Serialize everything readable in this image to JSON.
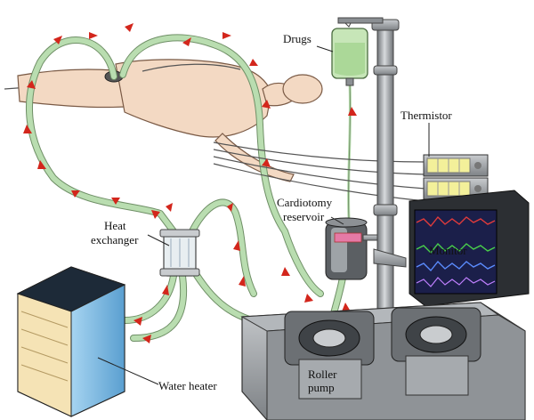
{
  "labels": {
    "drugs": "Drugs",
    "thermistor": "Thermistor",
    "cardiotomy_line1": "Cardiotomy",
    "cardiotomy_line2": "reservoir",
    "heat_exchanger_line1": "Heat",
    "heat_exchanger_line2": "exchanger",
    "monitor": "Monitor",
    "water_heater": "Water heater",
    "roller_pump_line1": "Roller",
    "roller_pump_line2": "pump"
  },
  "colors": {
    "tube": "#b9ddb0",
    "arrow": "#d3261c",
    "skin": "#f3d9c3",
    "metal": "#9a9ea2",
    "heater_blue": "#7ab8e0",
    "thermistor_panel": "#f3f09a",
    "monitor_screen": "#1b1f4a"
  }
}
